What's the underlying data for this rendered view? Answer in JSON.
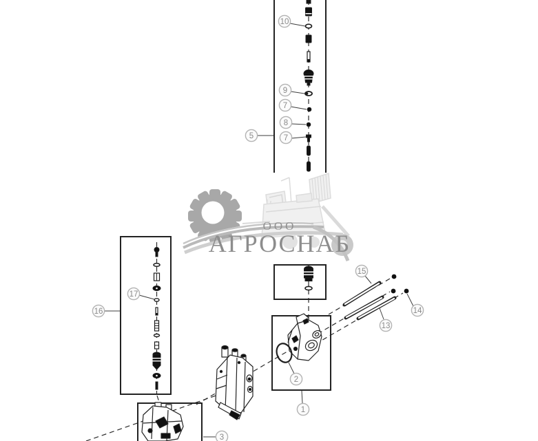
{
  "watermark": {
    "org_prefix": "ООО",
    "org_name": "АГРОСНАБ",
    "logo_icon": "gear-swoosh-icon",
    "art_icon": "combine-harvester-icon",
    "text_color": "#8d8d8d",
    "art_color": "#e6e6e6",
    "logo_color": "#a8a8a8"
  },
  "diagram": {
    "type": "exploded-parts-diagram",
    "background": "#ffffff",
    "line_color": "#222222",
    "callout_style": {
      "circle_color": "#b3b3b3",
      "number_color": "#8a8a8a"
    },
    "callouts": [
      {
        "label": "10"
      },
      {
        "label": "9"
      },
      {
        "label": "7"
      },
      {
        "label": "8"
      },
      {
        "label": "7"
      },
      {
        "label": "5"
      },
      {
        "label": "17"
      },
      {
        "label": "16"
      },
      {
        "label": "15"
      },
      {
        "label": "14"
      },
      {
        "label": "13"
      },
      {
        "label": "2"
      },
      {
        "label": "1"
      },
      {
        "label": "3"
      }
    ]
  }
}
